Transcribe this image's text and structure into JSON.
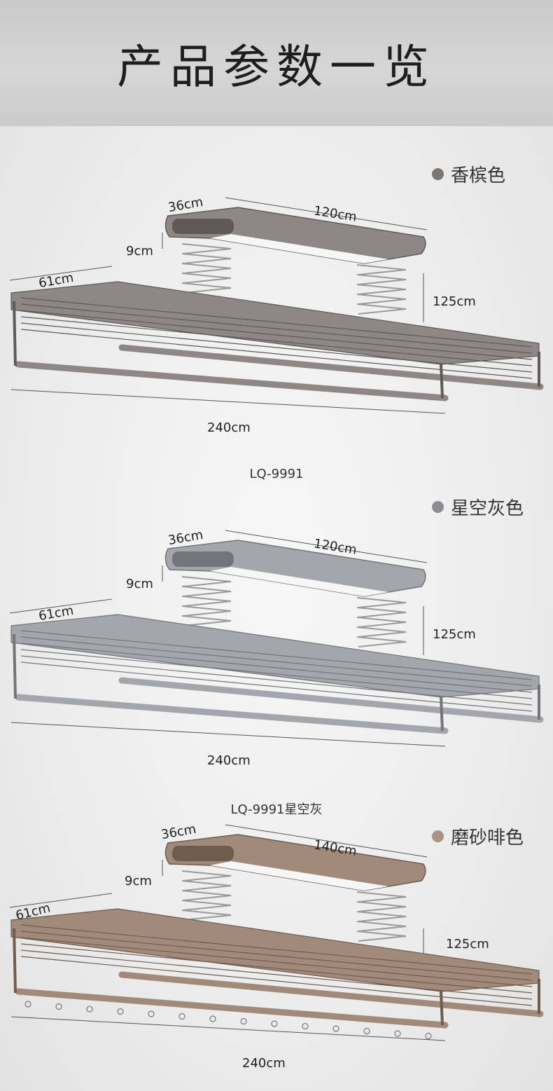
{
  "title": "产品参数一览",
  "products": [
    {
      "color_name": "香槟色",
      "dot_color": "#7a7674",
      "model": "LQ-9991",
      "body_color": "#8d8785",
      "body_dark": "#5f5a58",
      "dims": {
        "width": "36cm",
        "length": "120cm",
        "height": "9cm",
        "depth": "61cm",
        "lift": "125cm",
        "span": "240cm"
      }
    },
    {
      "color_name": "星空灰色",
      "dot_color": "#8a8d92",
      "model": "LQ-9991星空灰",
      "body_color": "#a3a6aa",
      "body_dark": "#72757a",
      "dims": {
        "width": "36cm",
        "length": "120cm",
        "height": "9cm",
        "depth": "61cm",
        "lift": "125cm",
        "span": "240cm"
      }
    },
    {
      "color_name": "磨砂啡色",
      "dot_color": "#a89384",
      "model": "",
      "body_color": "#a18a79",
      "body_dark": "#6f5c4f",
      "dims": {
        "width": "36cm",
        "length": "140cm",
        "height": "9cm",
        "depth": "61cm",
        "lift": "125cm",
        "span": "240cm"
      }
    }
  ]
}
